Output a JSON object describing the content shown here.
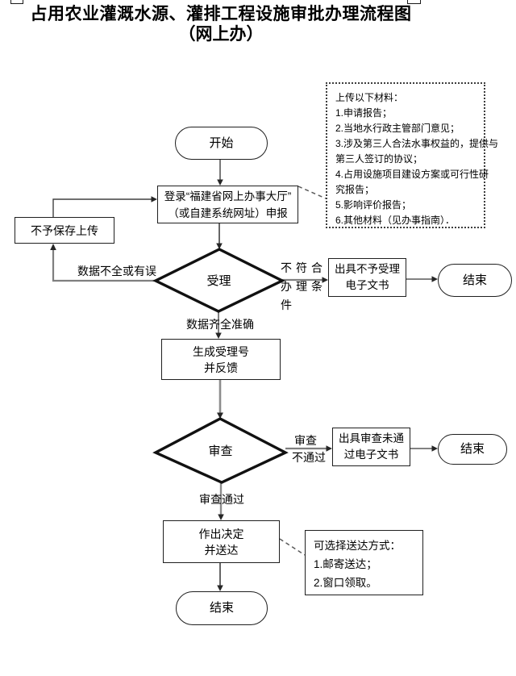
{
  "title": {
    "line1": "占用农业灌溉水源、灌排工程设施审批办理流程图",
    "line2": "（网上办）"
  },
  "nodes": {
    "start": {
      "label": "开始"
    },
    "login": {
      "line1": "登录“福建省网上办事大厅”",
      "line2": "（或自建系统网址）申报"
    },
    "no_save": {
      "label": "不予保存上传"
    },
    "accept": {
      "label": "受理"
    },
    "reject_doc": {
      "line1": "出具不予受理",
      "line2": "电子文书"
    },
    "end1": {
      "label": "结束"
    },
    "gen_number": {
      "line1": "生成受理号",
      "line2": "并反馈"
    },
    "review": {
      "label": "审查"
    },
    "review_reject_doc": {
      "line1": "出具审查未通",
      "line2": "过电子文书"
    },
    "end2": {
      "label": "结束"
    },
    "decision": {
      "line1": "作出决定",
      "line2": "并送达"
    },
    "end3": {
      "label": "结束"
    }
  },
  "edge_labels": {
    "incomplete": "数据不全或有误",
    "not_qualified": {
      "line1": "不符合",
      "line2": "办理条",
      "line3": "件"
    },
    "complete": "数据齐全准确",
    "review_fail": {
      "line1": "审查",
      "line2": "不通过"
    },
    "review_pass": "审查通过"
  },
  "notes": {
    "upload": {
      "lines": [
        "上传以下材料：",
        "1.申请报告；",
        "2.当地水行政主管部门意见；",
        "3.涉及第三人合法水事权益的，提供与",
        "第三人签订的协议；",
        "4.占用设施项目建设方案或可行性研",
        "究报告；",
        "5.影响评价报告；",
        "6.其他材料（见办事指南）．"
      ]
    },
    "delivery": {
      "lines": [
        "可选择送达方式：",
        "1.邮寄送达；",
        "2.窗口领取。"
      ]
    }
  },
  "colors": {
    "line_gray": "#7f7f7f",
    "line_dark": "#404040",
    "shape_border": "#1f1f1f"
  }
}
